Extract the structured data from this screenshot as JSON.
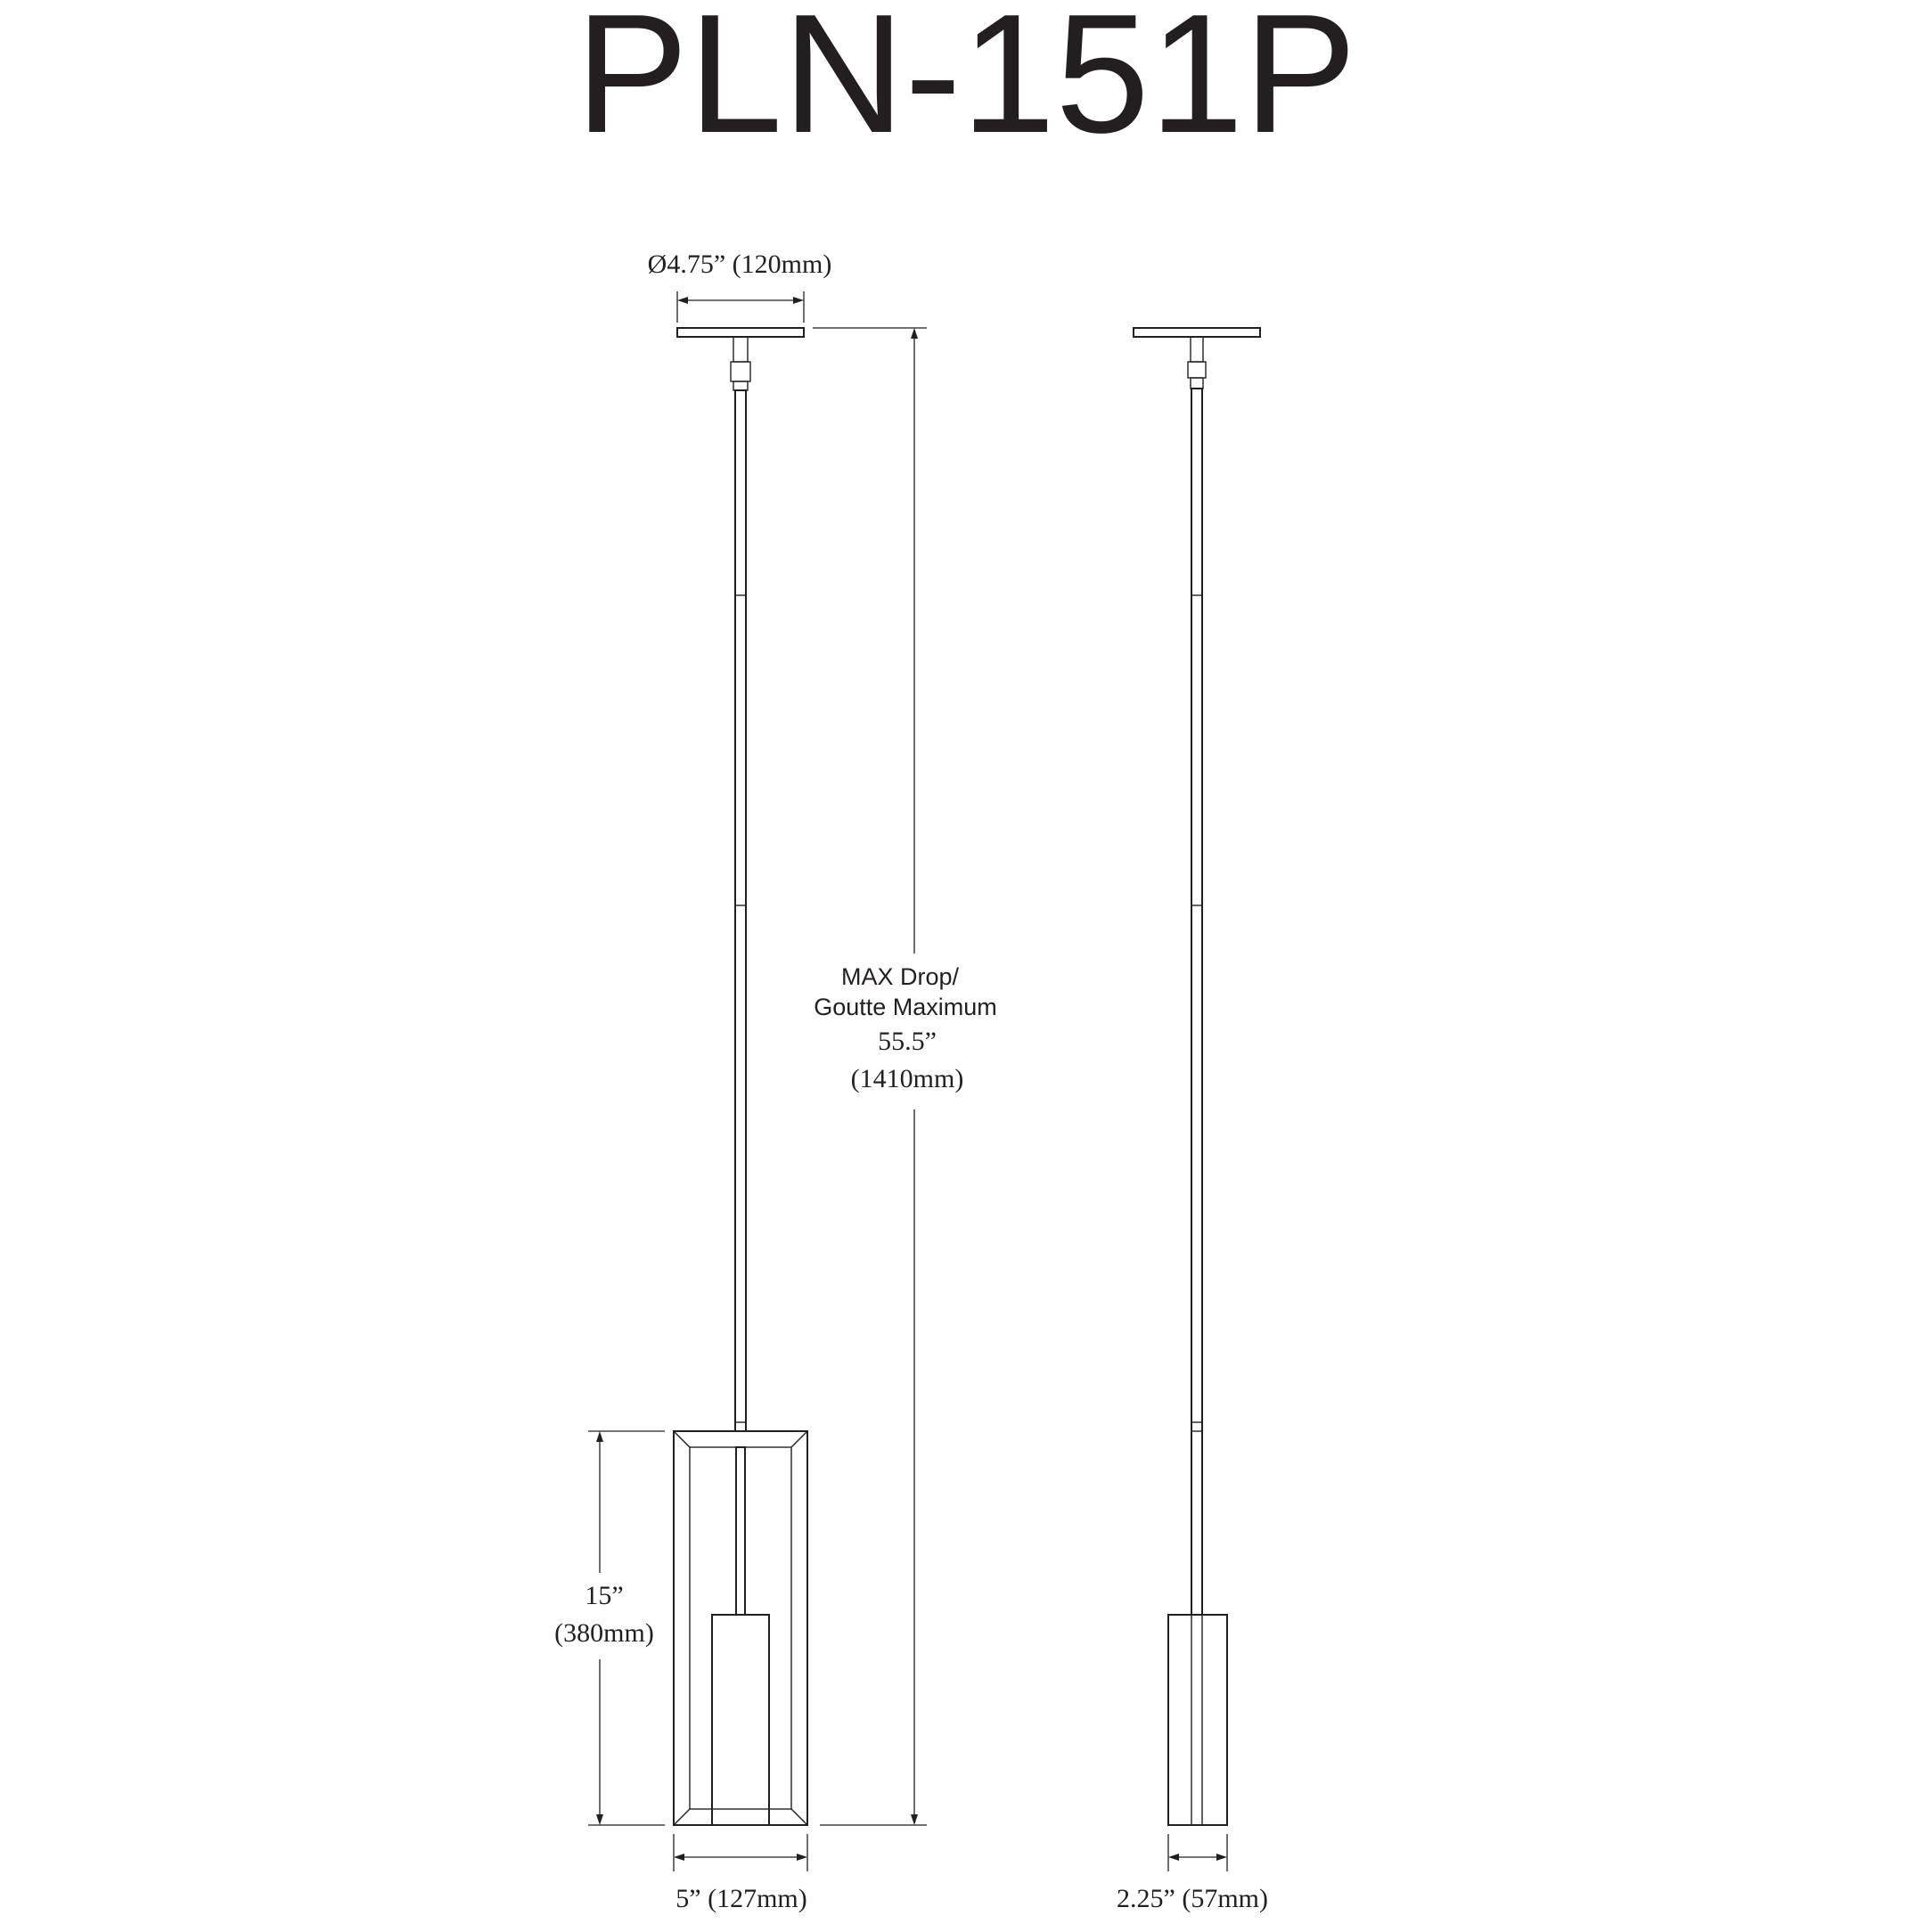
{
  "title": "PLN-151P",
  "dimensions": {
    "canopy_diameter": "Ø4.75” (120mm)",
    "max_drop_line1": "MAX Drop/",
    "max_drop_line2": "Goutte Maximum",
    "max_drop_in": "55.5”",
    "max_drop_mm": "(1410mm)",
    "height_in": "15”",
    "height_mm": "(380mm)",
    "width_front": "5” (127mm)",
    "width_side": "2.25” (57mm)"
  }
}
